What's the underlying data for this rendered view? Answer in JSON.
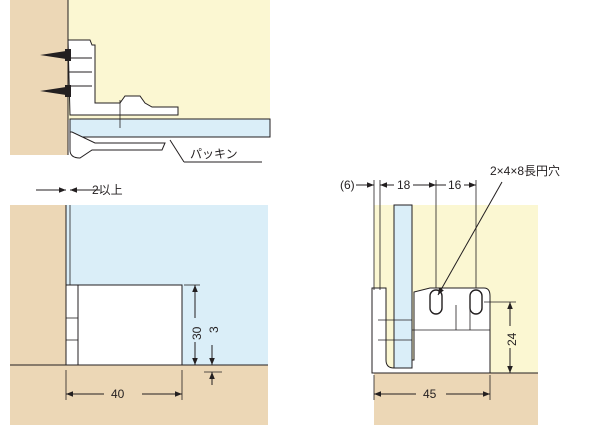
{
  "colors": {
    "wall": "#ecd7b6",
    "cream": "#fbf7d2",
    "glass": "#daeef8",
    "glass_edge": "#c9e3f1",
    "part": "#ffffff",
    "line": "#231f20"
  },
  "top_view": {
    "gasket_label": "パッキン"
  },
  "front_view": {
    "gap_label": "2以上",
    "dim_width": "40",
    "dim_height": "30",
    "dim_offset": "3"
  },
  "side_view": {
    "dim_6": "(6)",
    "dim_18": "18",
    "dim_16": "16",
    "slot_label": "2×4×8長円穴",
    "dim_24": "24",
    "dim_45": "45"
  }
}
